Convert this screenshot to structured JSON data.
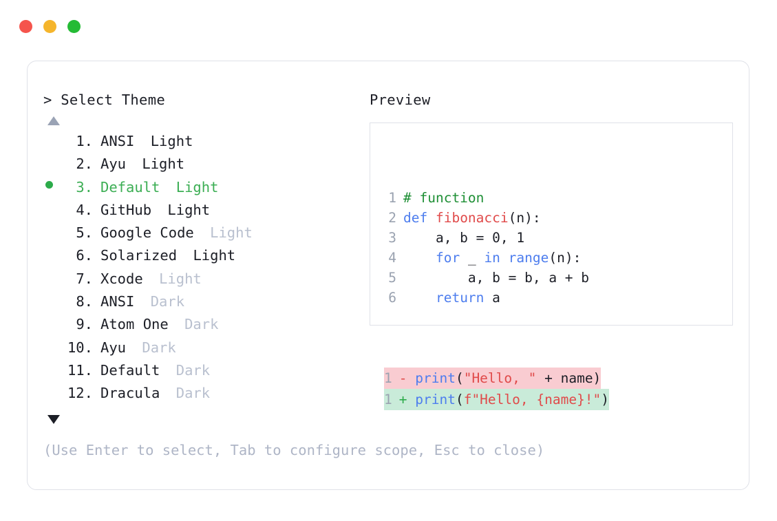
{
  "window": {
    "traffic_lights": [
      {
        "name": "close",
        "color": "#f5544c"
      },
      {
        "name": "minimize",
        "color": "#f5b52c"
      },
      {
        "name": "maximize",
        "color": "#25bb35"
      }
    ]
  },
  "prompt": {
    "header": "> Select Theme",
    "scroll_up": "▲",
    "scroll_down": "▼",
    "hint": "(Use Enter to select, Tab to configure scope, Esc to close)"
  },
  "preview": {
    "label": "Preview"
  },
  "themes": [
    {
      "index": "1.",
      "name": "ANSI",
      "variant": "Light",
      "variant_muted": false,
      "selected": false
    },
    {
      "index": "2.",
      "name": "Ayu",
      "variant": "Light",
      "variant_muted": false,
      "selected": false
    },
    {
      "index": "3.",
      "name": "Default",
      "variant": "Light",
      "variant_muted": false,
      "selected": true
    },
    {
      "index": "4.",
      "name": "GitHub",
      "variant": "Light",
      "variant_muted": false,
      "selected": false
    },
    {
      "index": "5.",
      "name": "Google Code",
      "variant": "Light",
      "variant_muted": true,
      "selected": false
    },
    {
      "index": "6.",
      "name": "Solarized",
      "variant": "Light",
      "variant_muted": false,
      "selected": false
    },
    {
      "index": "7.",
      "name": "Xcode",
      "variant": "Light",
      "variant_muted": true,
      "selected": false
    },
    {
      "index": "8.",
      "name": "ANSI",
      "variant": "Dark",
      "variant_muted": true,
      "selected": false
    },
    {
      "index": "9.",
      "name": "Atom One",
      "variant": "Dark",
      "variant_muted": true,
      "selected": false
    },
    {
      "index": "10.",
      "name": "Ayu",
      "variant": "Dark",
      "variant_muted": true,
      "selected": false
    },
    {
      "index": "11.",
      "name": "Default",
      "variant": "Dark",
      "variant_muted": true,
      "selected": false
    },
    {
      "index": "12.",
      "name": "Dracula",
      "variant": "Dark",
      "variant_muted": true,
      "selected": false
    }
  ],
  "code": {
    "lines": [
      {
        "no": "1",
        "tokens": [
          {
            "t": "# function",
            "c": "t-comment"
          }
        ]
      },
      {
        "no": "2",
        "tokens": [
          {
            "t": "def ",
            "c": "t-keyword"
          },
          {
            "t": "fibonacci",
            "c": "t-func"
          },
          {
            "t": "(n):",
            "c": "t-plain"
          }
        ]
      },
      {
        "no": "3",
        "tokens": [
          {
            "t": "    a, b = 0, 1",
            "c": "t-plain"
          }
        ]
      },
      {
        "no": "4",
        "tokens": [
          {
            "t": "    ",
            "c": "t-plain"
          },
          {
            "t": "for",
            "c": "t-keyword"
          },
          {
            "t": " _ ",
            "c": "t-plain"
          },
          {
            "t": "in ",
            "c": "t-keyword"
          },
          {
            "t": "range",
            "c": "t-builtin"
          },
          {
            "t": "(n):",
            "c": "t-plain"
          }
        ]
      },
      {
        "no": "5",
        "tokens": [
          {
            "t": "        a, b = b, a + b",
            "c": "t-plain"
          }
        ]
      },
      {
        "no": "6",
        "tokens": [
          {
            "t": "    ",
            "c": "t-plain"
          },
          {
            "t": "return",
            "c": "t-keyword"
          },
          {
            "t": " a",
            "c": "t-plain"
          }
        ]
      }
    ],
    "diff": [
      {
        "no": "1",
        "sign": "-",
        "kind": "removed",
        "tokens": [
          {
            "t": "print",
            "c": "t-builtin"
          },
          {
            "t": "(",
            "c": "t-plain"
          },
          {
            "t": "\"Hello, \"",
            "c": "t-string"
          },
          {
            "t": " + name)",
            "c": "t-plain"
          }
        ]
      },
      {
        "no": "1",
        "sign": "+",
        "kind": "added",
        "tokens": [
          {
            "t": "print",
            "c": "t-builtin"
          },
          {
            "t": "(",
            "c": "t-plain"
          },
          {
            "t": "f\"Hello, {name}!\"",
            "c": "t-string"
          },
          {
            "t": ")",
            "c": "t-plain"
          }
        ]
      }
    ]
  }
}
